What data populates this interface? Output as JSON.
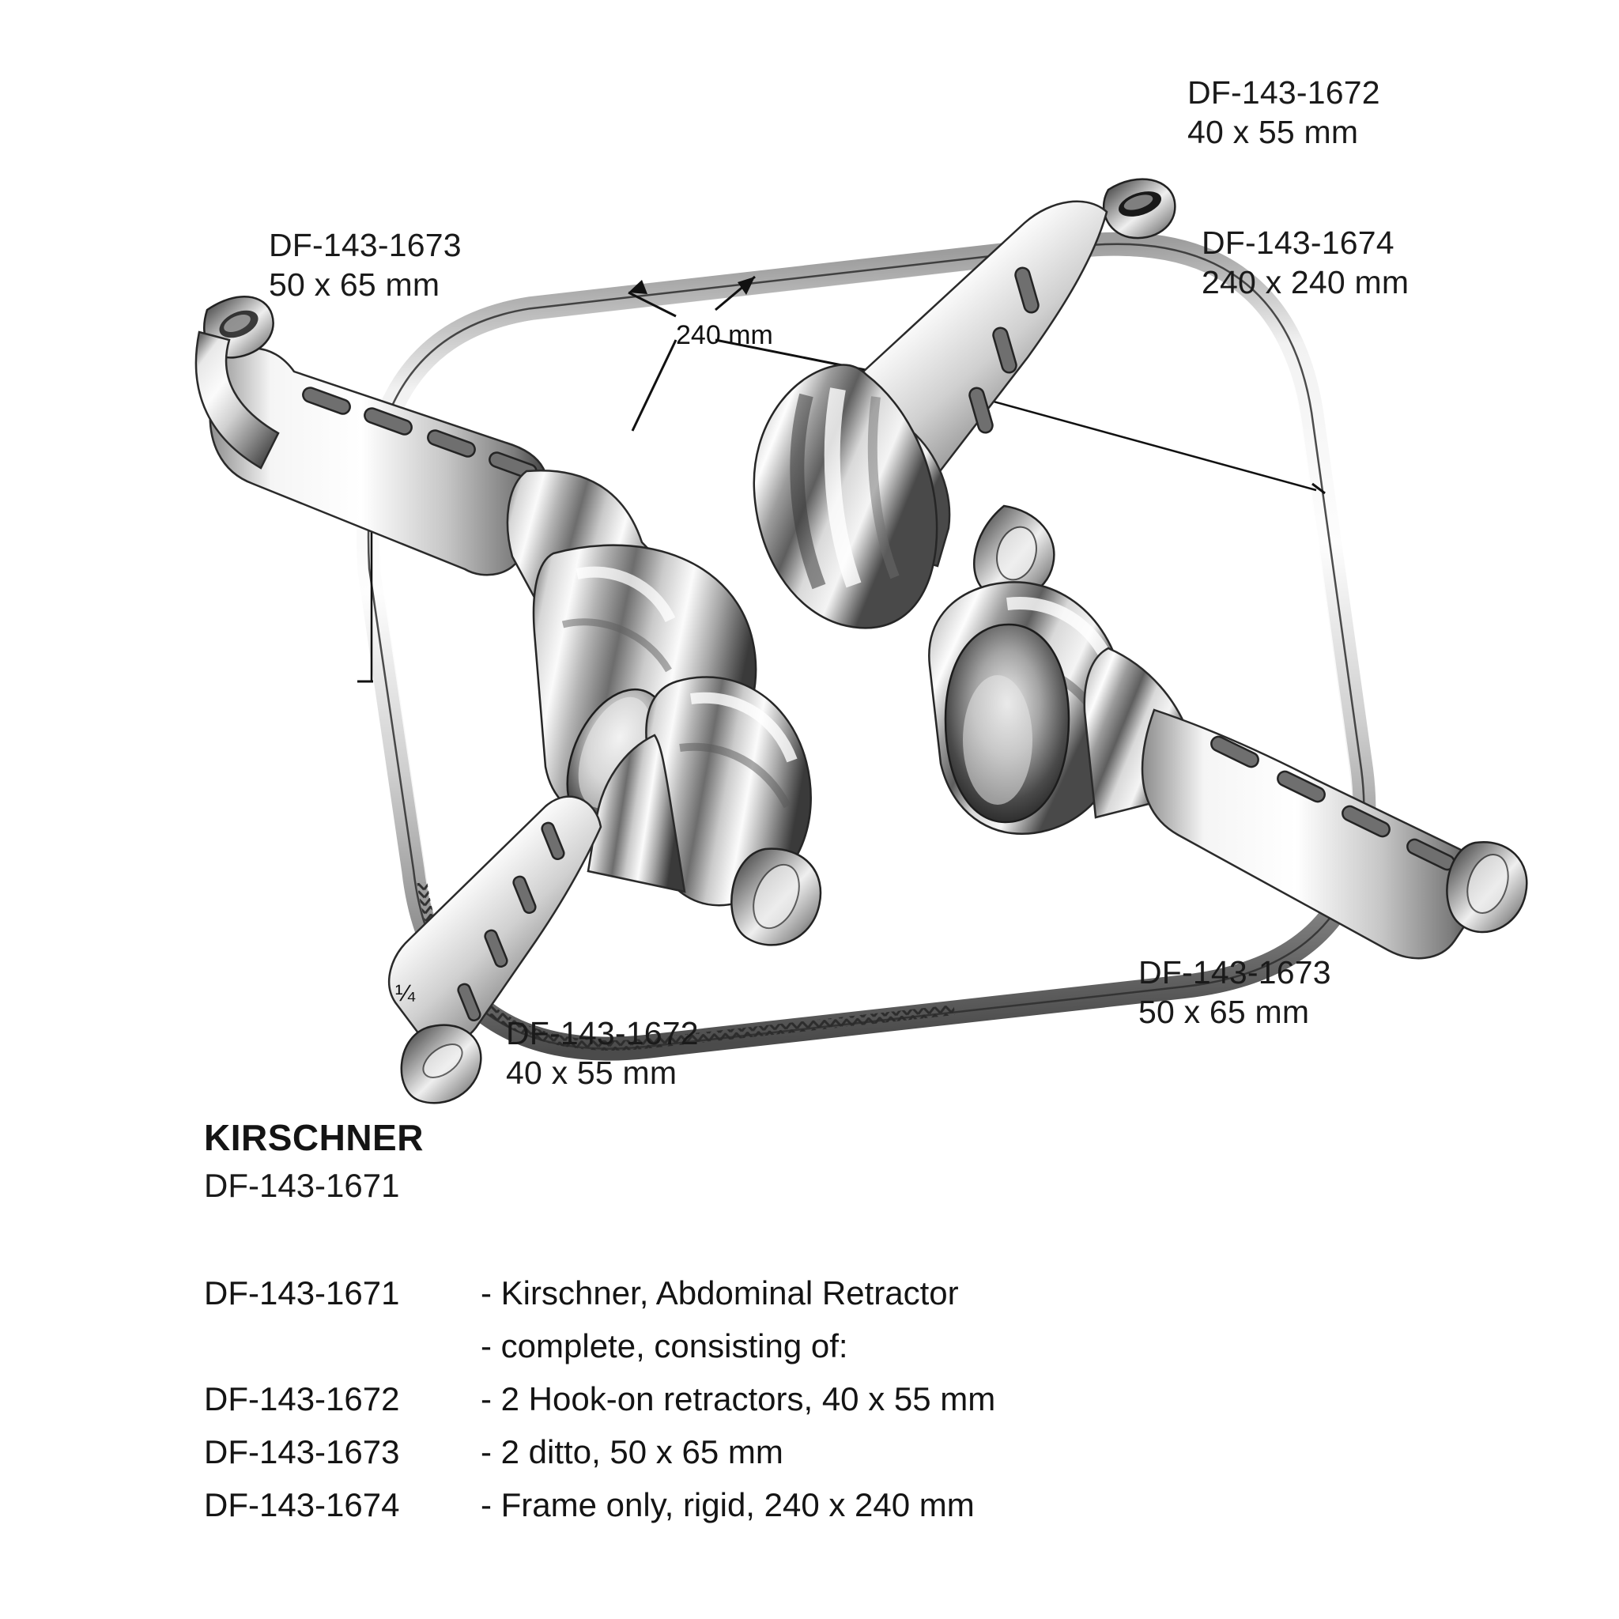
{
  "page": {
    "background_color": "#ffffff",
    "ink_color": "#141414"
  },
  "callouts": [
    {
      "id": "top-right-1672",
      "code": "DF-143-1672",
      "size": "40 x 55 mm"
    },
    {
      "id": "top-right-1674",
      "code": "DF-143-1674",
      "size": "240 x 240 mm"
    },
    {
      "id": "top-left-1673",
      "code": "DF-143-1673",
      "size": "50 x 65 mm"
    },
    {
      "id": "bottom-left-1672",
      "code": "DF-143-1672",
      "size": "40 x 55 mm"
    },
    {
      "id": "bottom-right-1673",
      "code": "DF-143-1673",
      "size": "50 x 65 mm"
    }
  ],
  "dimension": {
    "label": "240 mm"
  },
  "scale": {
    "label": "¼"
  },
  "heading": {
    "name": "KIRSCHNER",
    "code": "DF-143-1671"
  },
  "description": {
    "rows": [
      {
        "code": "DF-143-1671",
        "text": "- Kirschner, Abdominal Retractor"
      },
      {
        "code": "",
        "text": "- complete, consisting of:"
      },
      {
        "code": "DF-143-1672",
        "text": "- 2 Hook-on retractors, 40 x 55 mm"
      },
      {
        "code": "DF-143-1673",
        "text": "- 2 ditto, 50 x 65 mm"
      },
      {
        "code": "DF-143-1674",
        "text": "- Frame only, rigid, 240 x 240 mm"
      }
    ]
  },
  "illustration": {
    "name": "kirschner-abdominal-retractor-photo",
    "description": "Stainless steel Kirschner abdominal retractor frame with four hook-on blade retractors"
  }
}
